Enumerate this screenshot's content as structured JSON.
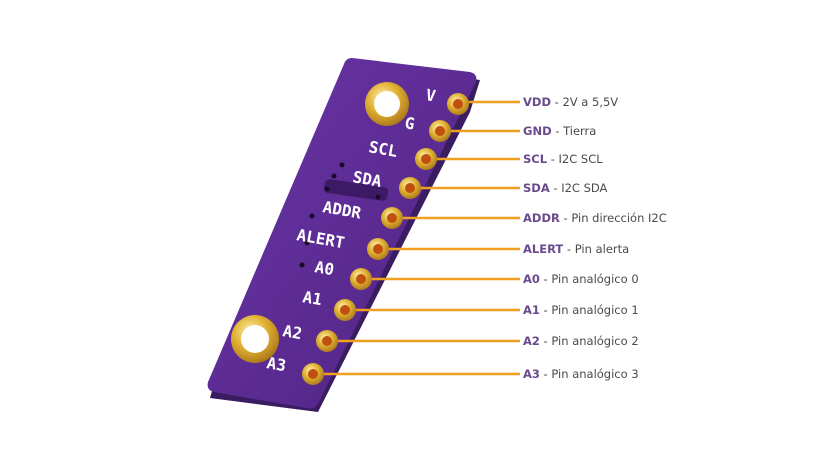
{
  "diagram": {
    "title": "",
    "board": {
      "color": "#5a2a8e",
      "silkscreen_labels": [
        "V",
        "G",
        "SCL",
        "SDA",
        "ADDR",
        "ALERT",
        "A0",
        "A1",
        "A2",
        "A3"
      ]
    },
    "leader_line_color": "#f0a020",
    "pad_color": "#d9a020",
    "pins": [
      {
        "name": "VDD",
        "desc": "2V a 5,5V"
      },
      {
        "name": "GND",
        "desc": "Tierra"
      },
      {
        "name": "SCL",
        "desc": "I2C SCL"
      },
      {
        "name": "SDA",
        "desc": "I2C SDA"
      },
      {
        "name": "ADDR",
        "desc": "Pin dirección I2C"
      },
      {
        "name": "ALERT",
        "desc": "Pin alerta"
      },
      {
        "name": "A0",
        "desc": "Pin analógico 0"
      },
      {
        "name": "A1",
        "desc": "Pin analógico 1"
      },
      {
        "name": "A2",
        "desc": "Pin analógico 2"
      },
      {
        "name": "A3",
        "desc": "Pin analógico 3"
      }
    ],
    "separator": " - "
  }
}
